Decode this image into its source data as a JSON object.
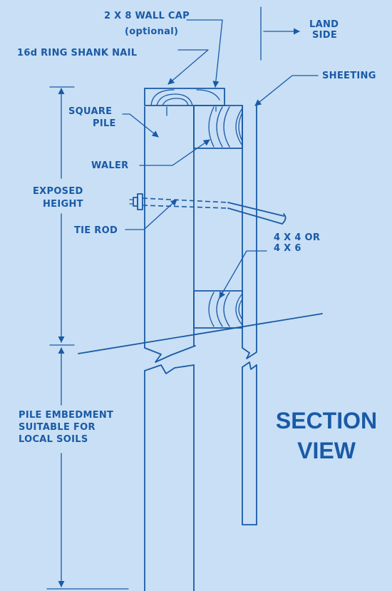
{
  "labels": {
    "wall_cap_line1": "2 X 8 WALL CAP",
    "wall_cap_line2": "(optional)",
    "ring_shank_nail": "16d RING SHANK NAIL",
    "land_line1": "LAND",
    "land_line2": "SIDE",
    "sheeting": "SHEETING",
    "square_line1": "SQUARE",
    "square_line2": "PILE",
    "waler": "WALER",
    "exposed_line1": "EXPOSED",
    "exposed_line2": "HEIGHT",
    "tie_rod": "TIE ROD",
    "lumber_line1": "4 X 4 OR",
    "lumber_line2": "4 X 6",
    "embed_line1": "PILE EMBEDMENT",
    "embed_line2": "SUITABLE FOR",
    "embed_line3": "LOCAL SOILS",
    "section_line1": "SECTION",
    "section_line2": "VIEW"
  },
  "colors": {
    "ink": "#1a5aa6",
    "background": "#c8dff5"
  }
}
